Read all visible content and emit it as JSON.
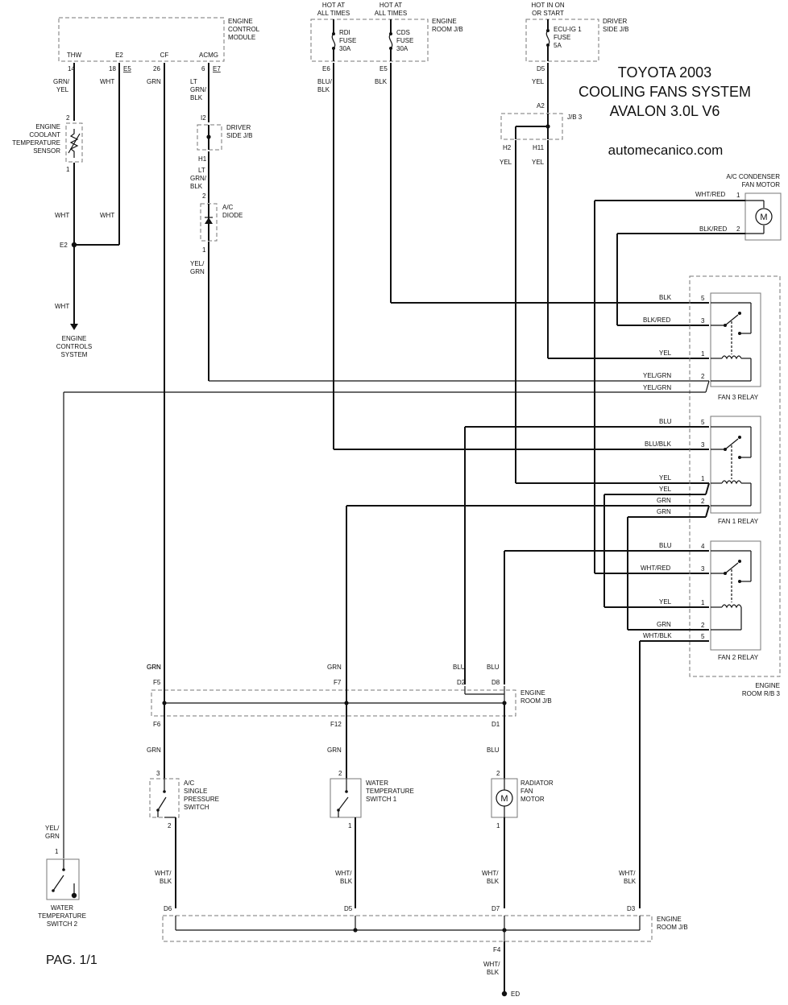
{
  "title": {
    "line1": "TOYOTA 2003",
    "line2": "COOLING FANS SYSTEM",
    "line3": "AVALON 3.0L V6"
  },
  "website": "automecanico.com",
  "page_label": "PAG. 1/1",
  "components": {
    "ecm": {
      "l1": "ENGINE",
      "l2": "CONTROL",
      "l3": "MODULE",
      "terminals": [
        "THW",
        "E2",
        "CF",
        "ACMG"
      ],
      "pins": [
        "14",
        "18",
        "26",
        "6"
      ],
      "connectors": [
        "E5",
        "E7"
      ]
    },
    "fuses": {
      "hot1_l1": "HOT AT",
      "hot1_l2": "ALL TIMES",
      "hot2_l1": "HOT AT",
      "hot2_l2": "ALL TIMES",
      "rdi_l1": "RDI",
      "rdi_l2": "FUSE",
      "rdi_l3": "30A",
      "cds_l1": "CDS",
      "cds_l2": "FUSE",
      "cds_l3": "30A",
      "jb_l1": "ENGINE",
      "jb_l2": "ROOM J/B",
      "pin_e6": "E6",
      "pin_e5": "E5"
    },
    "ecu_ig": {
      "hot_l1": "HOT IN ON",
      "hot_l2": "OR START",
      "l1": "ECU-IG 1",
      "l2": "FUSE",
      "l3": "5A",
      "jb_l1": "DRIVER",
      "jb_l2": "SIDE J/B",
      "pin_d5": "D5"
    },
    "jb3": {
      "label": "J/B 3",
      "pin_a2": "A2",
      "pin_h2": "H2",
      "pin_h11": "H11"
    },
    "ect_sensor": {
      "l1": "ENGINE",
      "l2": "COOLANT",
      "l3": "TEMPERATURE",
      "l4": "SENSOR",
      "pin_top": "2",
      "pin_bot": "1"
    },
    "driver_jb": {
      "l1": "DRIVER",
      "l2": "SIDE J/B",
      "pin_i2": "I2",
      "pin_h1": "H1"
    },
    "ac_diode": {
      "l1": "A/C",
      "l2": "DIODE",
      "pin_top": "2",
      "pin_bot": "1"
    },
    "e2_splice": "E2",
    "engine_controls": {
      "l1": "ENGINE",
      "l2": "CONTROLS",
      "l3": "SYSTEM"
    },
    "ac_condenser": {
      "l1": "A/C CONDENSER",
      "l2": "FAN MOTOR",
      "pin1": "1",
      "pin2": "2"
    },
    "fan3_relay": {
      "label": "FAN 3 RELAY",
      "pins": [
        "5",
        "3",
        "1",
        "2"
      ]
    },
    "fan1_relay": {
      "label": "FAN 1 RELAY",
      "pins": [
        "5",
        "3",
        "1",
        "2"
      ]
    },
    "fan2_relay": {
      "label": "FAN 2 RELAY",
      "pins": [
        "4",
        "3",
        "1",
        "2",
        "5"
      ]
    },
    "rb3": {
      "l1": "ENGINE",
      "l2": "ROOM R/B 3"
    },
    "jb_mid": {
      "l1": "ENGINE",
      "l2": "ROOM J/B",
      "pins_top": [
        "F5",
        "F7",
        "D2",
        "D8"
      ],
      "pins_bot": [
        "F6",
        "F12",
        "D1"
      ]
    },
    "ac_switch": {
      "l1": "A/C",
      "l2": "SINGLE",
      "l3": "PRESSURE",
      "l4": "SWITCH",
      "pin_top": "3",
      "pin_bot": "2"
    },
    "wts1": {
      "l1": "WATER",
      "l2": "TEMPERATURE",
      "l3": "SWITCH 1",
      "pin_top": "2",
      "pin_bot": "1"
    },
    "rad_motor": {
      "l1": "RADIATOR",
      "l2": "FAN",
      "l3": "MOTOR",
      "pin_top": "2",
      "pin_bot": "1"
    },
    "wts2": {
      "l1": "WATER",
      "l2": "TEMPERATURE",
      "l3": "SWITCH 2",
      "pin_top": "1"
    },
    "jb_bottom": {
      "l1": "ENGINE",
      "l2": "ROOM J/B",
      "pins": [
        "D6",
        "D5",
        "D7",
        "D3"
      ],
      "pin_f4": "F4"
    },
    "ground": "ED",
    "motor_symbol": "M"
  },
  "wire_colors": {
    "grn_yel": [
      "GRN/",
      "YEL"
    ],
    "wht": "WHT",
    "grn": "GRN",
    "lt_grn_blk": [
      "LT",
      "GRN/",
      "BLK"
    ],
    "blu_blk": [
      "BLU/",
      "BLK"
    ],
    "blk": "BLK",
    "yel": "YEL",
    "yel_grn": [
      "YEL/",
      "GRN"
    ],
    "wht_red": "WHT/RED",
    "blk_red": "BLK/RED",
    "yel_grn_h": "YEL/GRN",
    "blu": "BLU",
    "blu_blk_h": "BLU/BLK",
    "wht_blk": [
      "WHT/",
      "BLK"
    ],
    "wht_blk_h": "WHT/BLK"
  }
}
